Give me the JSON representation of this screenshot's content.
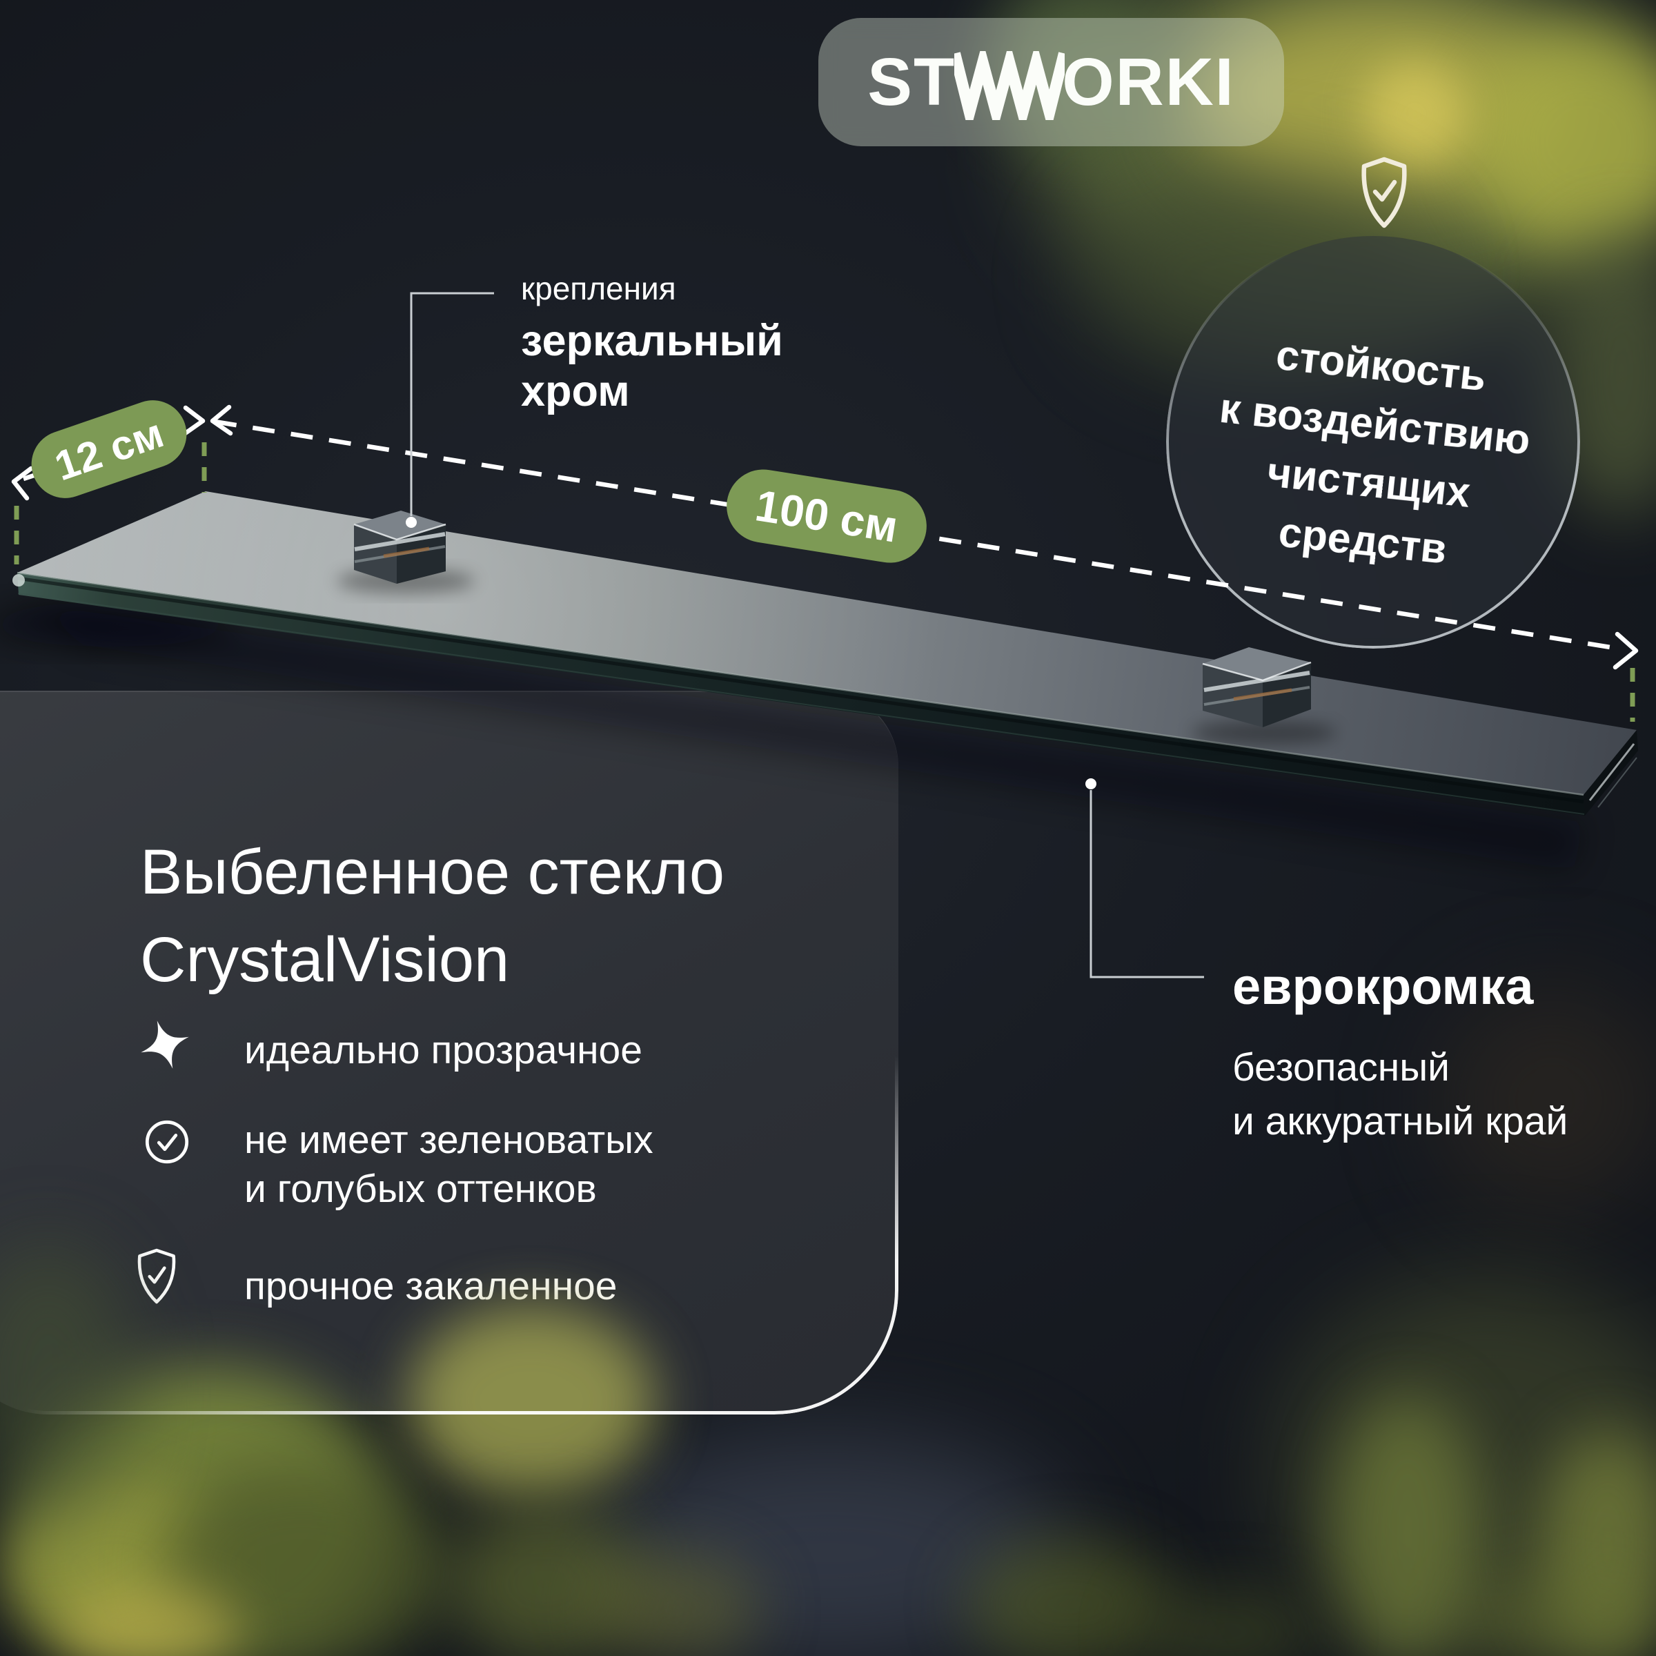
{
  "brand": {
    "logo_left": "ST",
    "logo_right": "ORKI",
    "logo_full": "STWORKI"
  },
  "durability_badge": {
    "line1": "стойкость",
    "line2": "к воздействию",
    "line3": "чистящих",
    "line4": "средств"
  },
  "dimensions": {
    "depth_label": "12 см",
    "length_label": "100 см"
  },
  "mount_callout": {
    "line1": "крепления",
    "line2": "зеркальный",
    "line3": "хром"
  },
  "edge_callout": {
    "title": "еврокромка",
    "sub1": "безопасный",
    "sub2": "и аккуратный край"
  },
  "panel": {
    "title_line1": "Выбеленное стекло",
    "title_line2": "CrystalVision",
    "features": [
      {
        "icon": "sparkle-icon",
        "text": "идеально прозрачное",
        "text2": ""
      },
      {
        "icon": "circle-check-icon",
        "text": "не имеет зеленоватых",
        "text2": "и голубых оттенков"
      },
      {
        "icon": "shield-check-icon",
        "text": "прочное закаленное",
        "text2": ""
      }
    ]
  },
  "colors": {
    "accent_green": "#7d9a55",
    "callout_line": "#c9ced2",
    "panel_bg": "#2f3338",
    "text": "#ffffff"
  }
}
